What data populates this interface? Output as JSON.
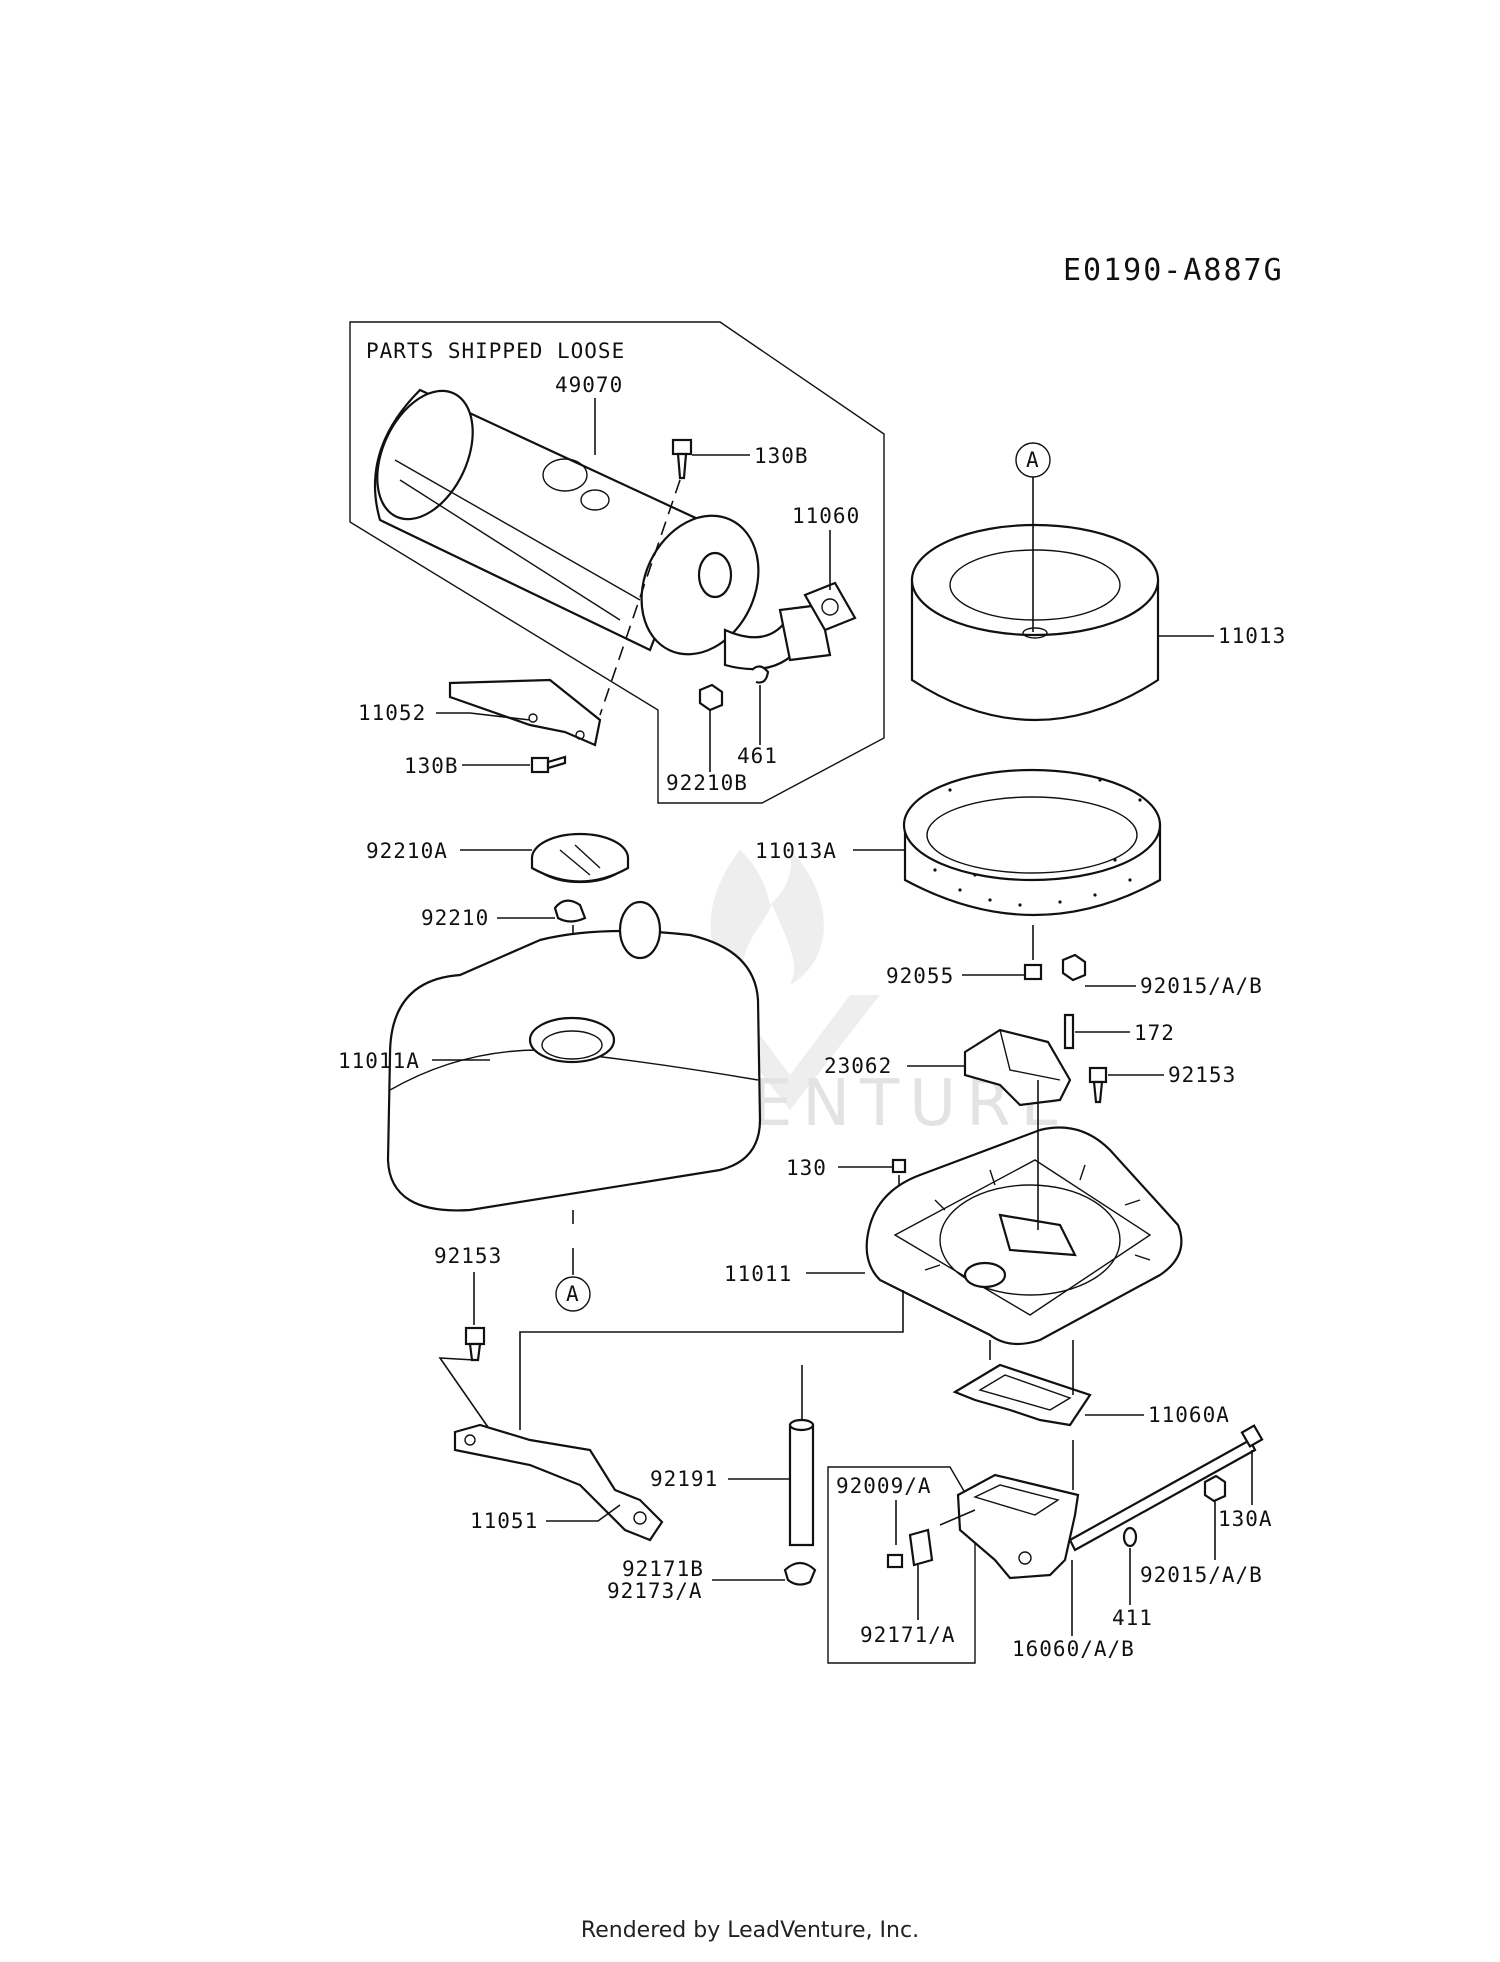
{
  "diagram_code": "E0190-A887G",
  "group_title": "PARTS SHIPPED LOOSE",
  "watermark": "LEADVENTURE",
  "footer": "Rendered by LeadVenture, Inc.",
  "callout_ref": "A",
  "parts": {
    "p49070": "49070",
    "p130B_top": "130B",
    "p11060": "11060",
    "p11013": "11013",
    "p11052": "11052",
    "p130B_bottom": "130B",
    "p461": "461",
    "p92210B": "92210B",
    "p92210A": "92210A",
    "p11013A": "11013A",
    "p92210": "92210",
    "p11011A": "11011A",
    "p92055": "92055",
    "p92015_top": "92015/A/B",
    "p172": "172",
    "p23062": "23062",
    "p92153_right": "92153",
    "p130": "130",
    "p11011": "11011",
    "p92153_left": "92153",
    "p11060A": "11060A",
    "p130A": "130A",
    "p92191": "92191",
    "p92009": "92009/A",
    "p11051": "11051",
    "p92015_bottom": "92015/A/B",
    "p92171B": "92171B",
    "p92173": "92173/A",
    "p411": "411",
    "p92171": "92171/A",
    "p16060": "16060/A/B"
  }
}
